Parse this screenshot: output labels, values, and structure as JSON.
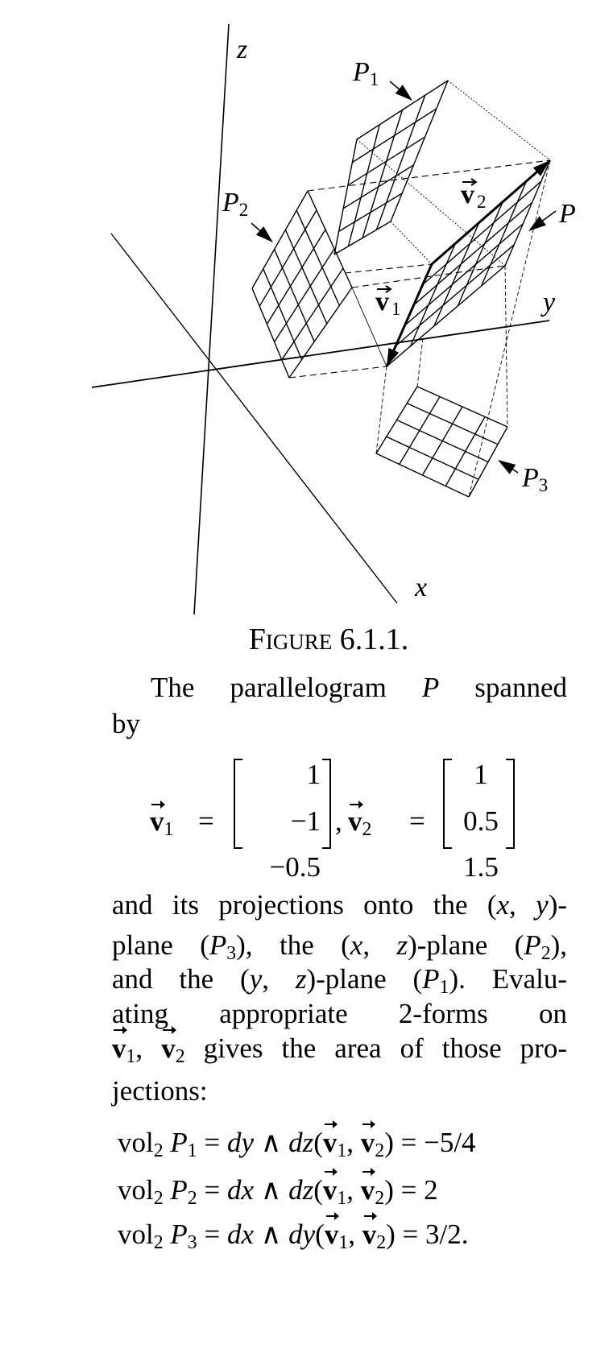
{
  "figure": {
    "axis_labels": {
      "x": "x",
      "y": "y",
      "z": "z"
    },
    "plane_labels": {
      "P": "P",
      "P1": {
        "main": "P",
        "sub": "1"
      },
      "P2": {
        "main": "P",
        "sub": "2"
      },
      "P3": {
        "main": "P",
        "sub": "3"
      }
    },
    "vector_labels": {
      "v1": {
        "main": "v",
        "sub": "1"
      },
      "v2": {
        "main": "v",
        "sub": "2"
      }
    }
  },
  "caption": {
    "title": "Figure 6.1.1.",
    "intro_lines": [
      [
        [
          "r",
          "The parallelogram "
        ],
        [
          "i",
          "P"
        ],
        [
          "r",
          " spanned"
        ]
      ],
      [
        [
          "r",
          "by"
        ]
      ]
    ],
    "matrix": {
      "v1_label": "v",
      "v1_sub": "1",
      "v2_label": "v",
      "v2_sub": "2",
      "equals": "=",
      "comma": ",",
      "v1_entries": [
        "1",
        "−1",
        "−0.5"
      ],
      "v2_entries": [
        "1",
        "0.5",
        "1.5"
      ]
    },
    "body_lines": [
      [
        [
          "r",
          "and its projections onto the ("
        ],
        [
          "i",
          "x"
        ],
        [
          "r",
          ", "
        ],
        [
          "i",
          "y"
        ],
        [
          "r",
          ")-"
        ]
      ],
      [
        [
          "r",
          "plane ("
        ],
        [
          "i",
          "P"
        ],
        [
          "sub",
          "3"
        ],
        [
          "r",
          "), the ("
        ],
        [
          "i",
          "x"
        ],
        [
          "r",
          ", "
        ],
        [
          "i",
          "z"
        ],
        [
          "r",
          ")-plane ("
        ],
        [
          "i",
          "P"
        ],
        [
          "sub",
          "2"
        ],
        [
          "r",
          "),"
        ]
      ],
      [
        [
          "r",
          "and the ("
        ],
        [
          "i",
          "y"
        ],
        [
          "r",
          ", "
        ],
        [
          "i",
          "z"
        ],
        [
          "r",
          ")-plane ("
        ],
        [
          "i",
          "P"
        ],
        [
          "sub",
          "1"
        ],
        [
          "r",
          "). Evalu-"
        ]
      ],
      [
        [
          "r",
          "ating appropriate 2-forms on"
        ]
      ],
      [
        [
          "vec",
          "v"
        ],
        [
          "sub",
          "1"
        ],
        [
          "r",
          ", "
        ],
        [
          "vec",
          "v"
        ],
        [
          "sub",
          "2"
        ],
        [
          "r",
          " gives the area of those pro-"
        ]
      ],
      [
        [
          "r",
          "jections:"
        ]
      ]
    ],
    "equations": [
      [
        [
          "r",
          "vol"
        ],
        [
          "sub",
          "2"
        ],
        [
          "r",
          " "
        ],
        [
          "i",
          "P"
        ],
        [
          "sub",
          "1"
        ],
        [
          "r",
          " = "
        ],
        [
          "i",
          "dy"
        ],
        [
          "r",
          " ∧ "
        ],
        [
          "i",
          "dz"
        ],
        [
          "r",
          "("
        ],
        [
          "vec",
          "v"
        ],
        [
          "sub",
          "1"
        ],
        [
          "r",
          ", "
        ],
        [
          "vec",
          "v"
        ],
        [
          "sub",
          "2"
        ],
        [
          "r",
          ") = −5/4"
        ]
      ],
      [
        [
          "r",
          "vol"
        ],
        [
          "sub",
          "2"
        ],
        [
          "r",
          " "
        ],
        [
          "i",
          "P"
        ],
        [
          "sub",
          "2"
        ],
        [
          "r",
          " = "
        ],
        [
          "i",
          "dx"
        ],
        [
          "r",
          " ∧ "
        ],
        [
          "i",
          "dz"
        ],
        [
          "r",
          "("
        ],
        [
          "vec",
          "v"
        ],
        [
          "sub",
          "1"
        ],
        [
          "r",
          ", "
        ],
        [
          "vec",
          "v"
        ],
        [
          "sub",
          "2"
        ],
        [
          "r",
          ") = 2"
        ]
      ],
      [
        [
          "r",
          "vol"
        ],
        [
          "sub",
          "2"
        ],
        [
          "r",
          " "
        ],
        [
          "i",
          "P"
        ],
        [
          "sub",
          "3"
        ],
        [
          "r",
          " = "
        ],
        [
          "i",
          "dx"
        ],
        [
          "r",
          " ∧ "
        ],
        [
          "i",
          "dy"
        ],
        [
          "r",
          "("
        ],
        [
          "vec",
          "v"
        ],
        [
          "sub",
          "1"
        ],
        [
          "r",
          ", "
        ],
        [
          "vec",
          "v"
        ],
        [
          "sub",
          "2"
        ],
        [
          "r",
          ") = 3/2."
        ]
      ]
    ]
  }
}
